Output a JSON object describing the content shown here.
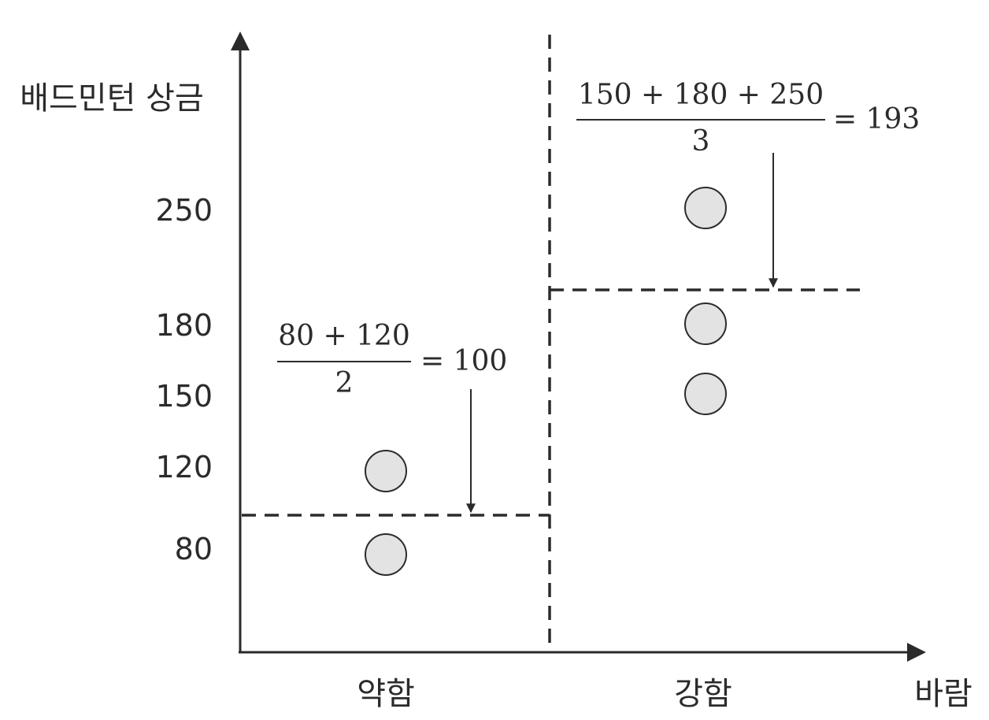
{
  "chart_data": {
    "type": "scatter",
    "title": "",
    "xlabel": "바람",
    "ylabel": "배드민턴 상금",
    "categories": [
      "약함",
      "강함"
    ],
    "yticks": [
      "250",
      "180",
      "150",
      "120",
      "80"
    ],
    "points": [
      {
        "x": "약함",
        "y": 80
      },
      {
        "x": "약함",
        "y": 120
      },
      {
        "x": "강함",
        "y": 150
      },
      {
        "x": "강함",
        "y": 180
      },
      {
        "x": "강함",
        "y": 250
      }
    ],
    "group_means": [
      {
        "x": "약함",
        "numerator": "80 + 120",
        "denominator": "2",
        "result": "= 100",
        "value": 100
      },
      {
        "x": "강함",
        "numerator": "150 + 180 + 250",
        "denominator": "3",
        "result": "= 193",
        "value": 193
      }
    ],
    "split_line": "dashed",
    "grid": false,
    "colors": {
      "axis": "#2b2b2b",
      "point_fill": "#e3e3e3",
      "point_stroke": "#2b2b2b"
    }
  }
}
